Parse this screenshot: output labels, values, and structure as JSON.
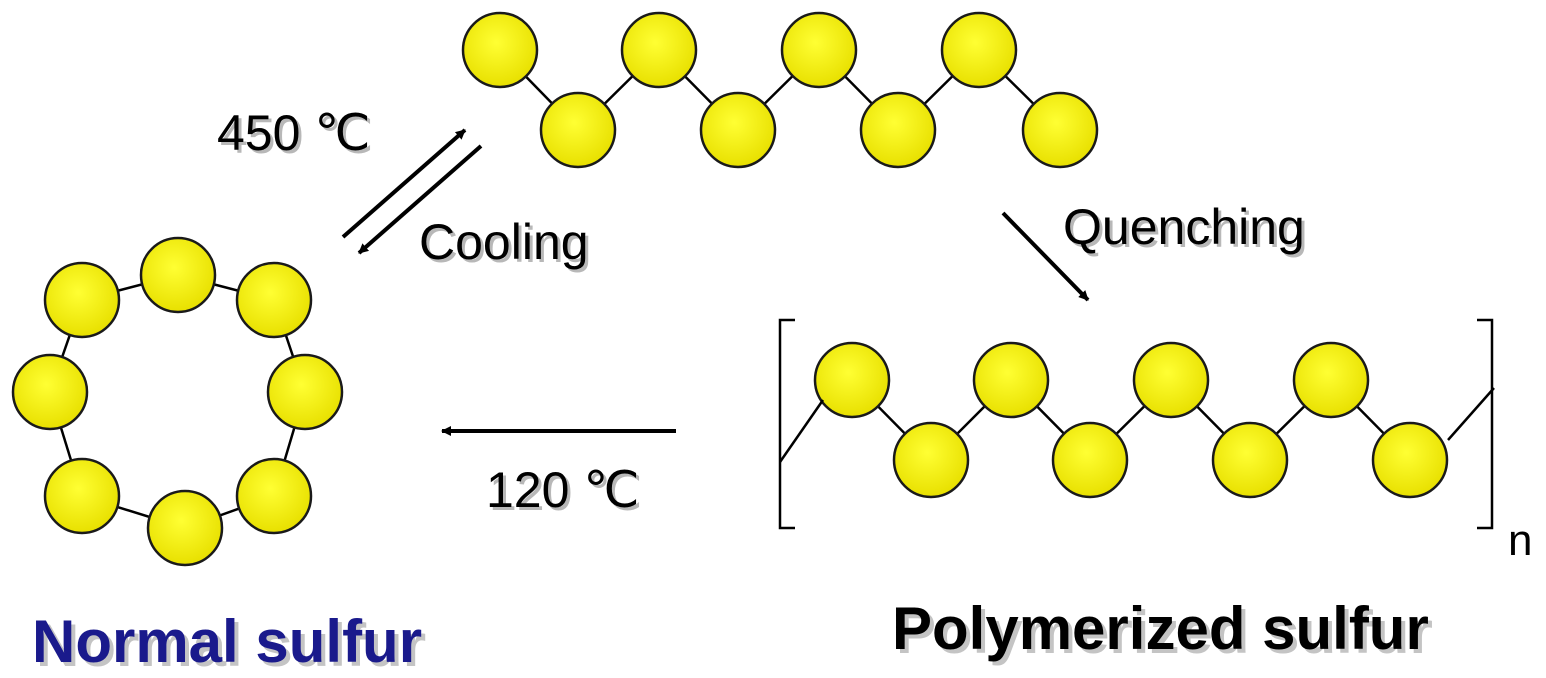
{
  "labels": {
    "heating_temp": "450 ℃",
    "cooling": "Cooling",
    "quenching": "Quenching",
    "low_temp": "120 ℃",
    "repeat_subscript": "n"
  },
  "titles": {
    "normal": "Normal sulfur",
    "polymerized": "Polymerized sulfur"
  },
  "colors": {
    "atom_fill": "#f5f200",
    "atom_stroke": "#1a1a1a",
    "bond": "#000000",
    "normal_title": "#1a1a8c",
    "polymerized_title": "#000000"
  }
}
